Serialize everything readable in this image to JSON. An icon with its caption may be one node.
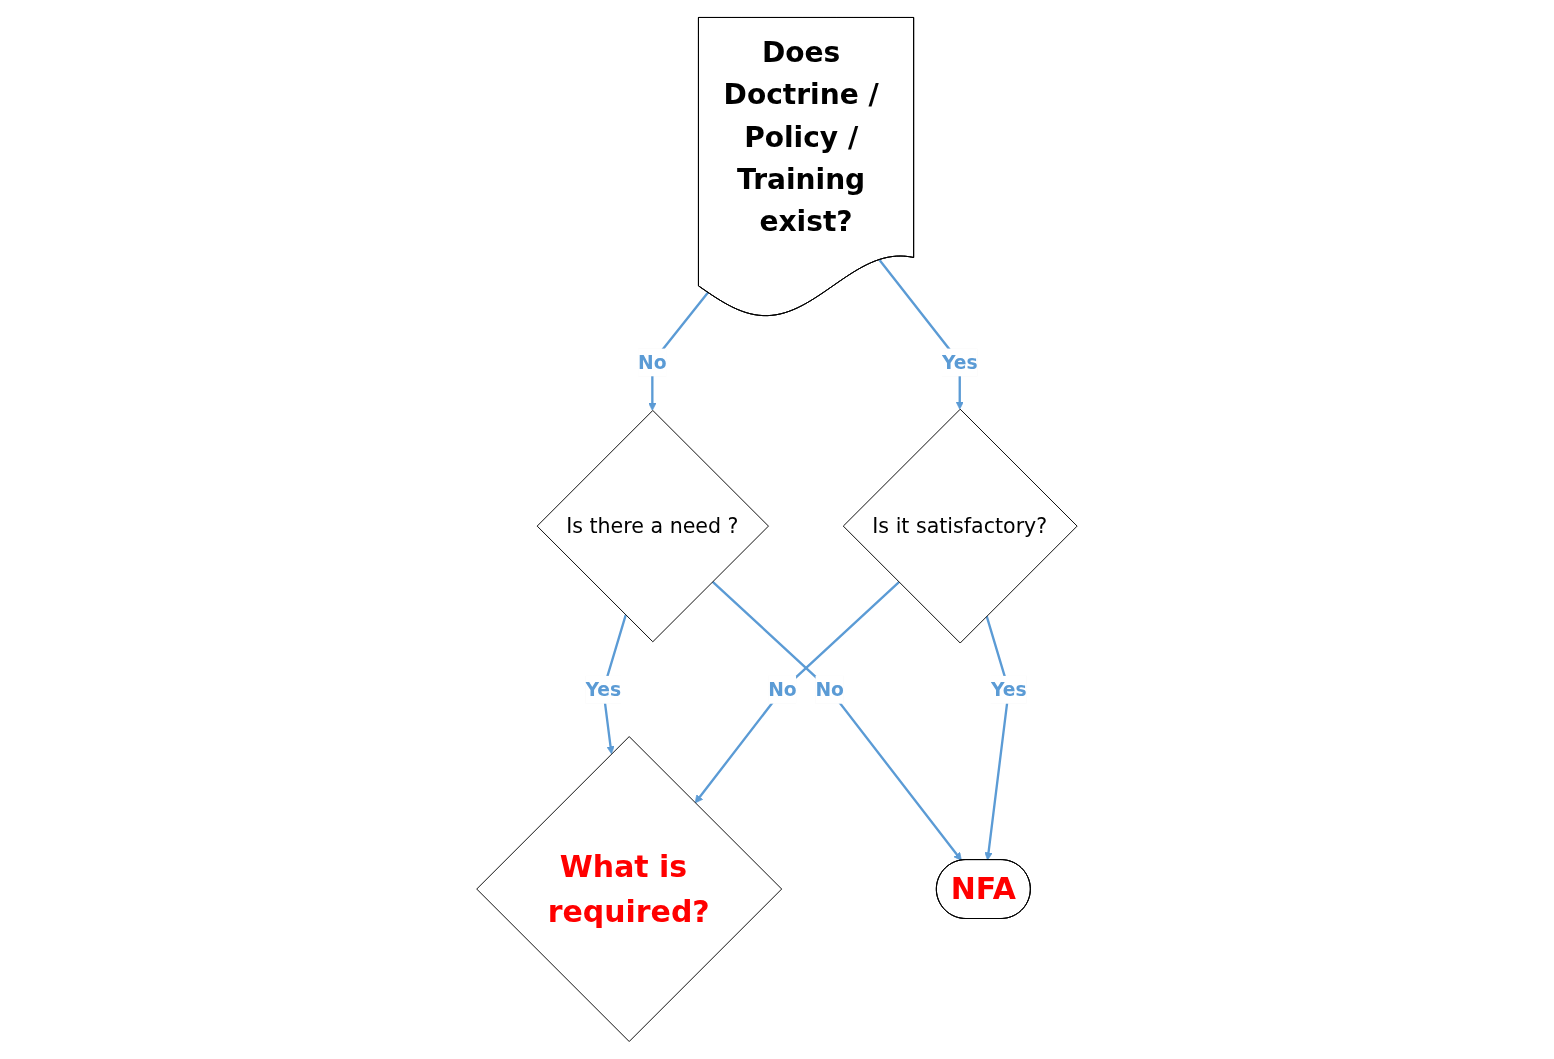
{
  "diagram": {
    "nodes": [
      {
        "text": [
          "Does Doctrine / Policy / Training exist?"
        ]
      },
      {
        "text": [
          "Is there a need ?"
        ]
      },
      {
        "text": [
          "Is it satisfactory?"
        ]
      },
      {
        "text": [
          "What is required?"
        ]
      },
      {
        "text": [
          "NFA"
        ]
      }
    ],
    "edges": [
      {
        "from": 0,
        "to": 1,
        "label": "No",
        "arrow": "to"
      },
      {
        "from": 0,
        "to": 2,
        "label": "Yes",
        "arrow": "to"
      },
      {
        "from": 1,
        "to": 3,
        "label": "Yes",
        "arrow": "to"
      },
      {
        "from": 2,
        "to": 3,
        "label": "No",
        "arrow": "to"
      },
      {
        "from": 1,
        "to": 4,
        "label": "No",
        "arrow": "to"
      },
      {
        "from": 2,
        "to": 4,
        "label": "Yes",
        "arrow": "to"
      }
    ]
  }
}
